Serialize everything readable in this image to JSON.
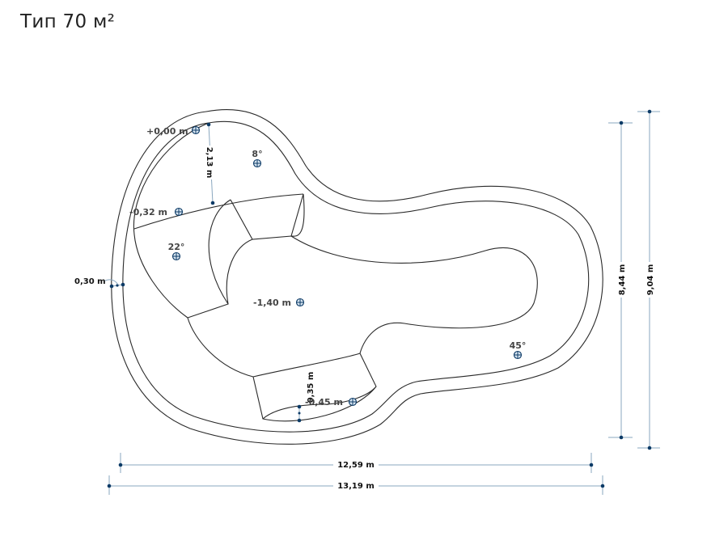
{
  "title": "Тип 70 м²",
  "dimensions": {
    "width_inner": "12,59 m",
    "width_outer": "13,19 m",
    "height_inner": "8,44 m",
    "height_outer": "9,04 m",
    "wall": "0,30 m",
    "shallow_depth": "2,13 m",
    "step_depth": "0,35 m"
  },
  "levels": {
    "top": "+0,00 m",
    "shelf": "-0,32 m",
    "deep": "-1,40 m",
    "step": "-0,45 m"
  },
  "angles": {
    "a1": "8°",
    "a2": "22°",
    "a3": "45°"
  },
  "colors": {
    "outline": "#2a2a2a",
    "dimension": "#8aa7bf",
    "marker": "#0c3a66"
  }
}
